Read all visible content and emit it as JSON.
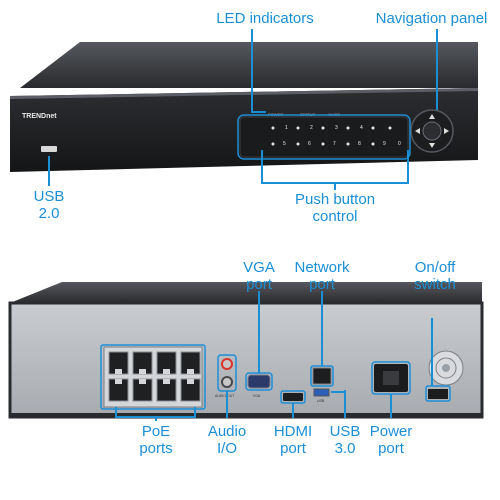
{
  "colors": {
    "callout": "#1b8fd6",
    "chassis": "#2a2b2e",
    "chassis_highlight": "#4a4c52",
    "backplate": "#b9bcc0",
    "port_metal": "#9aa0a6"
  },
  "device": {
    "brand": "TRENDnet",
    "front_keys_top": [
      "1",
      "2",
      "3",
      "4"
    ],
    "front_keys_bottom": [
      "5",
      "6",
      "7",
      "8",
      "9",
      "0"
    ],
    "front_led_labels": [
      "POWER",
      "STATUS",
      "%HDD"
    ],
    "rear_port_labels": {
      "vga": "VGA",
      "usb": "USB",
      "audio": "AUDIO OUT"
    }
  },
  "labels": {
    "led_indicators": "LED indicators",
    "navigation_panel": "Navigation panel",
    "usb2": {
      "line1": "USB",
      "line2": "2.0"
    },
    "push_button": {
      "line1": "Push button",
      "line2": "control"
    },
    "vga_port": {
      "line1": "VGA",
      "line2": "port"
    },
    "network_port": {
      "line1": "Network",
      "line2": "port"
    },
    "onoff_switch": {
      "line1": "On/off",
      "line2": "switch"
    },
    "poe_ports": {
      "line1": "PoE",
      "line2": "ports"
    },
    "audio_io": {
      "line1": "Audio",
      "line2": "I/O"
    },
    "hdmi_port": {
      "line1": "HDMI",
      "line2": "port"
    },
    "usb3": {
      "line1": "USB",
      "line2": "3.0"
    },
    "power_port": {
      "line1": "Power",
      "line2": "port"
    }
  }
}
